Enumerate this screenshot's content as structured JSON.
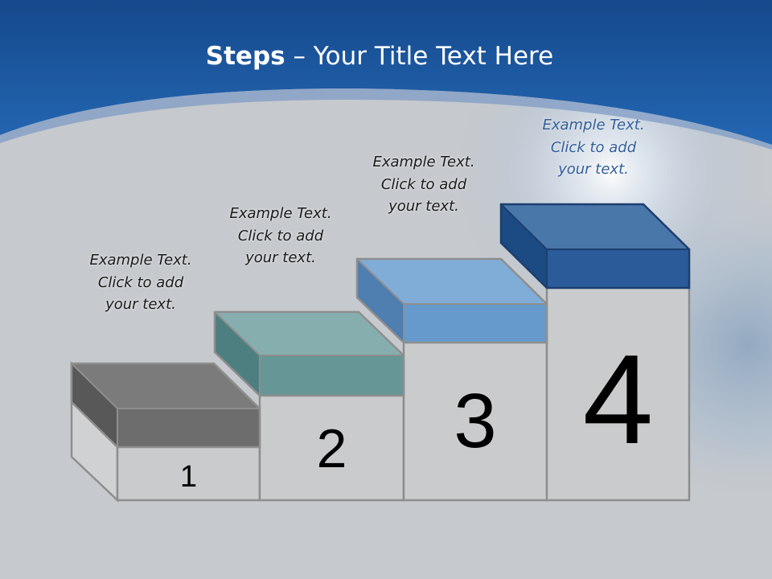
{
  "slide": {
    "title_bold": "Steps",
    "title_rest": " – Your Title Text Here"
  },
  "steps": [
    {
      "number": "1",
      "caption": "Example Text.\nClick  to add\nyour text.",
      "color": "#6d6d6d"
    },
    {
      "number": "2",
      "caption": "Example Text.\nClick  to add\nyour text.",
      "color": "#6a9a9a"
    },
    {
      "number": "3",
      "caption": "Example Text.\nClick  to add\nyour text.",
      "color": "#6699cc"
    },
    {
      "number": "4",
      "caption": "Example Text.\nClick  to add\nyour text.",
      "color": "#2b5b99"
    }
  ],
  "colors": {
    "header_blue": "#1f5ea8",
    "background": "#c6c9cd",
    "box_outline": "#8e8e8e"
  }
}
